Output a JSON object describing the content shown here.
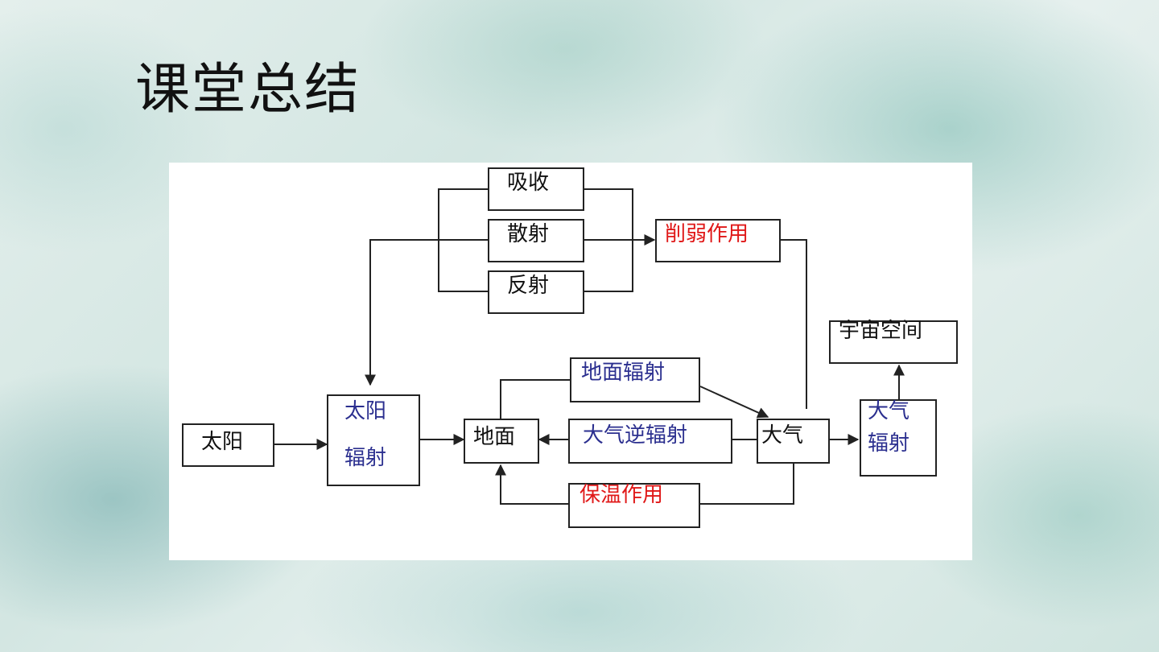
{
  "page": {
    "title": "课堂总结"
  },
  "diagram": {
    "nodes": {
      "sun": "太阳",
      "solar_radiation_line1": "太阳",
      "solar_radiation_line2": "辐射",
      "absorb": "吸收",
      "scatter": "散射",
      "reflect": "反射",
      "weakening": "削弱作用",
      "ground": "地面",
      "ground_radiation": "地面辐射",
      "atmospheric_counter_radiation": "大气逆辐射",
      "insulation": "保温作用",
      "atmosphere": "大气",
      "atmospheric_radiation_line1": "大气",
      "atmospheric_radiation_line2": "辐射",
      "space": "宇宙空间"
    },
    "colors": {
      "blue_text": "#2b2f8f",
      "red_text": "#e01818",
      "line": "#222222"
    }
  }
}
